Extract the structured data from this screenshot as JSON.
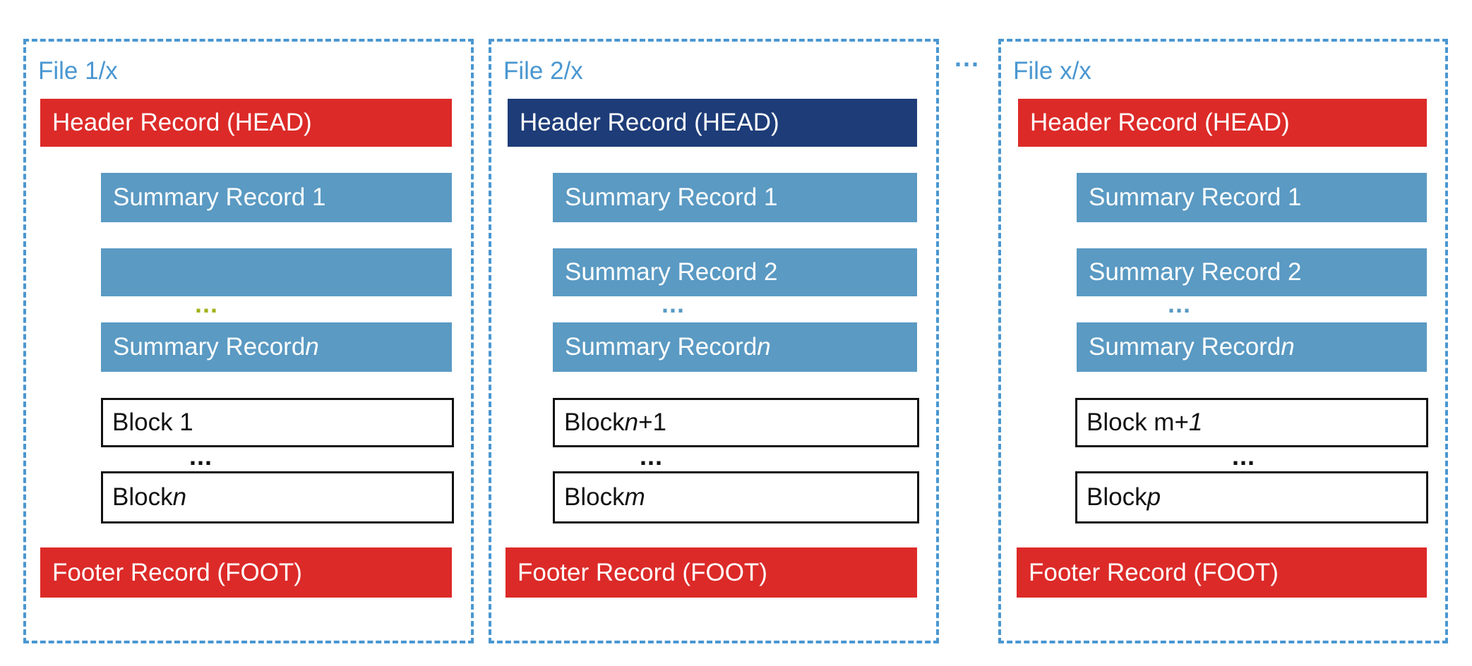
{
  "ellipsis": "...",
  "between_files_dots": "...",
  "files": [
    {
      "label": "File 1/x",
      "head": "Header Record (HEAD)",
      "head_color": "#dc2a28",
      "summary_1": "Summary Record 1",
      "summary_2": "",
      "summary_n_prefix": "Summary Record ",
      "summary_n_var": "n",
      "dots_color": "#a4b21c",
      "block_first_prefix": "Block 1",
      "block_first_var": "",
      "block_first_suffix": "",
      "block_last_prefix": "Block ",
      "block_last_var": "n",
      "foot": "Footer Record (FOOT)"
    },
    {
      "label": "File 2/x",
      "head": "Header Record (HEAD)",
      "head_color": "#1d3c78",
      "summary_1": "Summary Record 1",
      "summary_2": "Summary Record 2",
      "summary_n_prefix": "Summary Record ",
      "summary_n_var": "n",
      "dots_color": "#5a9ac3",
      "block_first_prefix": "Block ",
      "block_first_var": "n",
      "block_first_suffix": "+1",
      "block_last_prefix": "Block ",
      "block_last_var": "m",
      "foot": "Footer Record (FOOT)"
    },
    {
      "label": "File x/x",
      "head": "Header Record (HEAD)",
      "head_color": "#dc2a28",
      "summary_1": "Summary Record 1",
      "summary_2": "Summary Record 2",
      "summary_n_prefix": "Summary Record ",
      "summary_n_var": "n",
      "dots_color": "#5a9ac3",
      "block_first_prefix": "Block m+",
      "block_first_var": "1",
      "block_first_suffix": "",
      "block_last_prefix": "Block ",
      "block_last_var": "p",
      "foot": "Footer Record (FOOT)"
    }
  ]
}
